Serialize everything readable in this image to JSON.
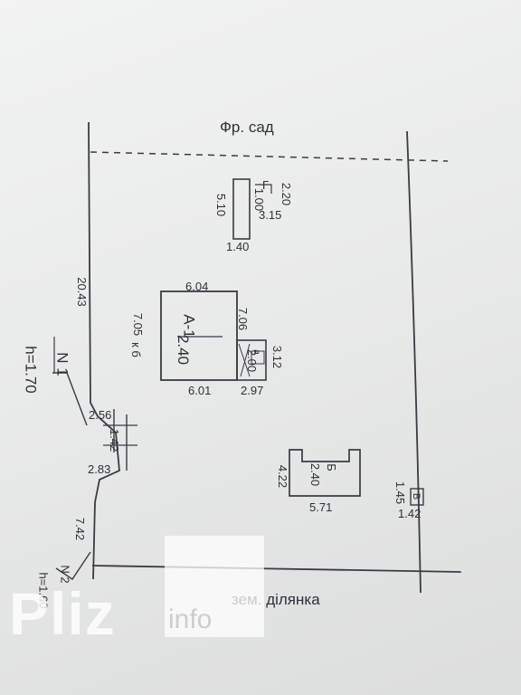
{
  "areas": {
    "top": "Фр. сад",
    "bottom": "зем. ділянка"
  },
  "buildings": {
    "g": {
      "letter": "Г",
      "height": "2.20",
      "w": "1.00",
      "side": "5.10",
      "bottom_dim": "3.15",
      "base": "1.40"
    },
    "a": {
      "label": "А-1",
      "height": "2.40",
      "top_dim": "6.04",
      "right_dim": "7.06",
      "left_dim": "7.05",
      "bottom_dim": "6.01",
      "kb": "к б"
    },
    "a_ext": {
      "letter": "а",
      "height": "2.00",
      "right_dim": "3.12",
      "bottom_dim": "2.97"
    },
    "b": {
      "letter": "Б",
      "height": "2.40",
      "left_dim": "4.22",
      "bottom_dim": "5.71"
    },
    "v": {
      "letter": "В",
      "side": "1.45",
      "bottom_dim": "1.42"
    }
  },
  "boundary": {
    "left_top": "20.43",
    "seg1": "2.56",
    "seg2": "2.83",
    "seg3": "7.42",
    "gate_dim": "1.42"
  },
  "points": {
    "n1": "N 1",
    "n1_h": "h=1.70",
    "n2": "N 2",
    "n2_h": "h=1.60"
  },
  "watermark": {
    "brand": "Pliz",
    "suffix": "info"
  }
}
